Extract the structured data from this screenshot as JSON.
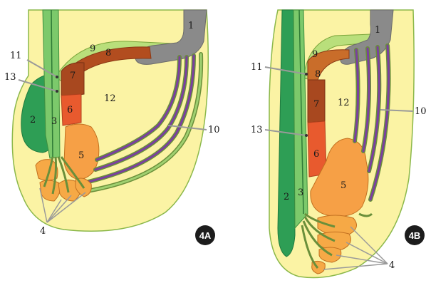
{
  "figure": {
    "panel_a": {
      "tag": "4A",
      "labels": [
        "1",
        "2",
        "3",
        "4",
        "5",
        "6",
        "7",
        "8",
        "9",
        "10",
        "11",
        "12",
        "13"
      ]
    },
    "panel_b": {
      "tag": "4B",
      "labels": [
        "1",
        "2",
        "3",
        "4",
        "5",
        "6",
        "7",
        "8",
        "9",
        "10",
        "11",
        "12",
        "13"
      ]
    }
  },
  "colors": {
    "body_fill": "#fbf3a4",
    "body_stroke": "#7aa53a",
    "dark_green": "#2e9e55",
    "mid_green": "#5fc06a",
    "light_green": "#a9d86e",
    "orange": "#f6a046",
    "red_orange": "#e85a2e",
    "brown": "#a8481f",
    "brown_light": "#c96d2a",
    "gray": "#8a8a8a",
    "purple": "#7a3fa0",
    "tag_bg": "#1c1c1c"
  }
}
